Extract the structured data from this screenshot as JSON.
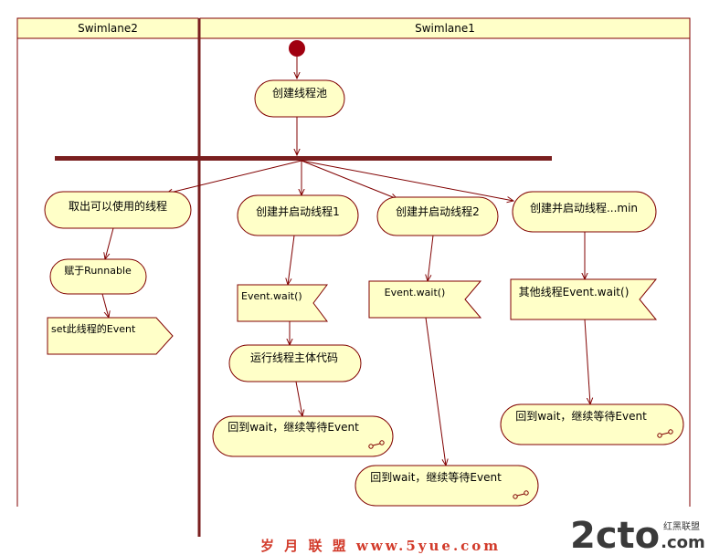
{
  "lanes": {
    "lane2": "Swimlane2",
    "lane1": "Swimlane1"
  },
  "nodes": {
    "create_pool": "创建线程池",
    "take_thread": "取出可以使用的线程",
    "assign_runnable": "赋于Runnable",
    "set_event": "set此线程的Event",
    "create_thread1": "创建并启动线程1",
    "create_thread2": "创建并启动线程2",
    "create_thread_min": "创建并启动线程...min",
    "wait1": "Event.wait()",
    "wait2": "Event.wait()",
    "wait_other": "其他线程Event.wait()",
    "run_main": "运行线程主体代码",
    "return1": "回到wait，继续等待Event",
    "return2": "回到wait，继续等待Event",
    "return3": "回到wait，继续等待Event"
  },
  "watermarks": {
    "left": "岁 月 联 盟  www.5yue.com",
    "right": "2cto",
    "right_suffix": ".com",
    "right_small": "红黑联盟"
  },
  "colors": {
    "node_fill": "#ffffc8",
    "line": "#800000",
    "bar": "#7a1f1f",
    "header_fill": "#ffffc8"
  }
}
